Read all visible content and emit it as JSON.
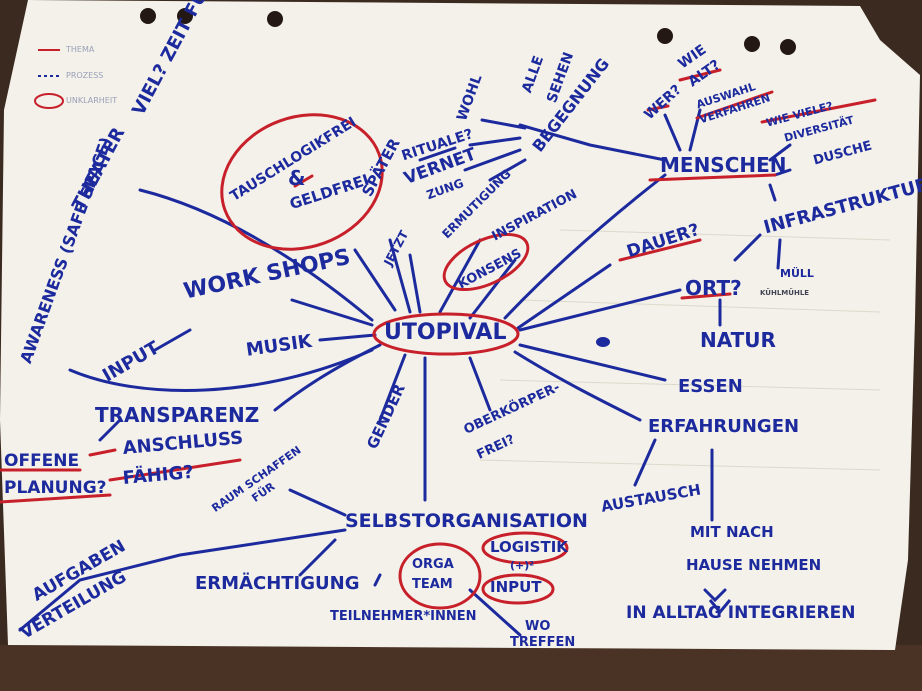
{
  "mindmap": {
    "center": "UTOPIVAL",
    "left_branch": {
      "time": "VIEL? ZEIT FÜR AUF- & ABBAU",
      "theater": "THEATER",
      "awareness": "AWARENESS (SAFE SPACE)",
      "workshops": "WORK SHOPS",
      "input": "INPUT",
      "musik": "MUSIK",
      "transparenz": "TRANSPARENZ",
      "offene": "OFFENE",
      "planung": "PLANUNG?",
      "anschluss": "ANSCHLUSS",
      "faehig": "FÄHIG?",
      "aufgaben": "AUFGABEN",
      "verteilung": "VERTEILUNG"
    },
    "top_branch": {
      "tauschlogikfrei": "TAUSCHLOGIKFREI",
      "ampersand": "&",
      "geldfrei": "GELDFREI",
      "spaeter": "SPÄTER",
      "jetzt": "JETZT",
      "rituale": "RITUALE?",
      "vernetzung_1": "VERNET",
      "vernetzung_2": "ZUNG",
      "ermutigung": "ERMUTIGUNG",
      "inspiration": "INSPIRATION",
      "konsens": "KONSENS",
      "wohl": "WOHL",
      "alle": "ALLE",
      "sehen": "SEHEN",
      "begegnung": "BEGEGNUNG"
    },
    "right_branch": {
      "wie": "WIE",
      "alt": "ALT?",
      "wer": "WER?",
      "auswahl": "AUSWAHL",
      "verfahren": "VERFAHREN",
      "wie_viele": "WIE VIELE?",
      "diversitaet": "DIVERSITÄT",
      "menschen": "MENSCHEN",
      "dusche": "DUSCHE",
      "infrastruktur": "INFRASTRUKTUR",
      "dauer": "DAUER?",
      "muell": "MÜLL",
      "ort": "ORT?",
      "kuehlmuehle": "KÜHLMÜHLE",
      "natur": "NATUR",
      "essen": "ESSEN",
      "erfahrungen": "ERFAHRUNGEN",
      "austausch": "AUSTAUSCH",
      "mit_nach": "MIT NACH",
      "hause_nehmen": "HAUSE NEHMEN",
      "alltag": "IN ALLTAG INTEGRIEREN"
    },
    "bottom_branch": {
      "gender": "GENDER",
      "oberkoerper_1": "OBERKÖRPER-",
      "oberkoerper_2": "FREI?",
      "raum_1": "RAUM SCHAFFEN",
      "raum_2": "FÜR",
      "selbstorganisation": "SELBSTORGANISATION",
      "ermaechtigung": "ERMÄCHTIGUNG",
      "orga": "ORGA",
      "team": "TEAM",
      "logistik": "LOGISTIK",
      "logistik_mark": "(+)²",
      "input": "INPUT",
      "teilnehmer": "TEILNEHMER*INNEN",
      "wo": "WO",
      "treffen": "TREFFEN"
    },
    "legend": {
      "item1": "THEMA",
      "item2": "PROZESS",
      "item3": "UNKLARHEIT"
    },
    "colors": {
      "paper": "#f4f2ea",
      "blue_ink": "#1c2a9e",
      "red_ink": "#c8202a",
      "background": "#3a2a20"
    }
  }
}
